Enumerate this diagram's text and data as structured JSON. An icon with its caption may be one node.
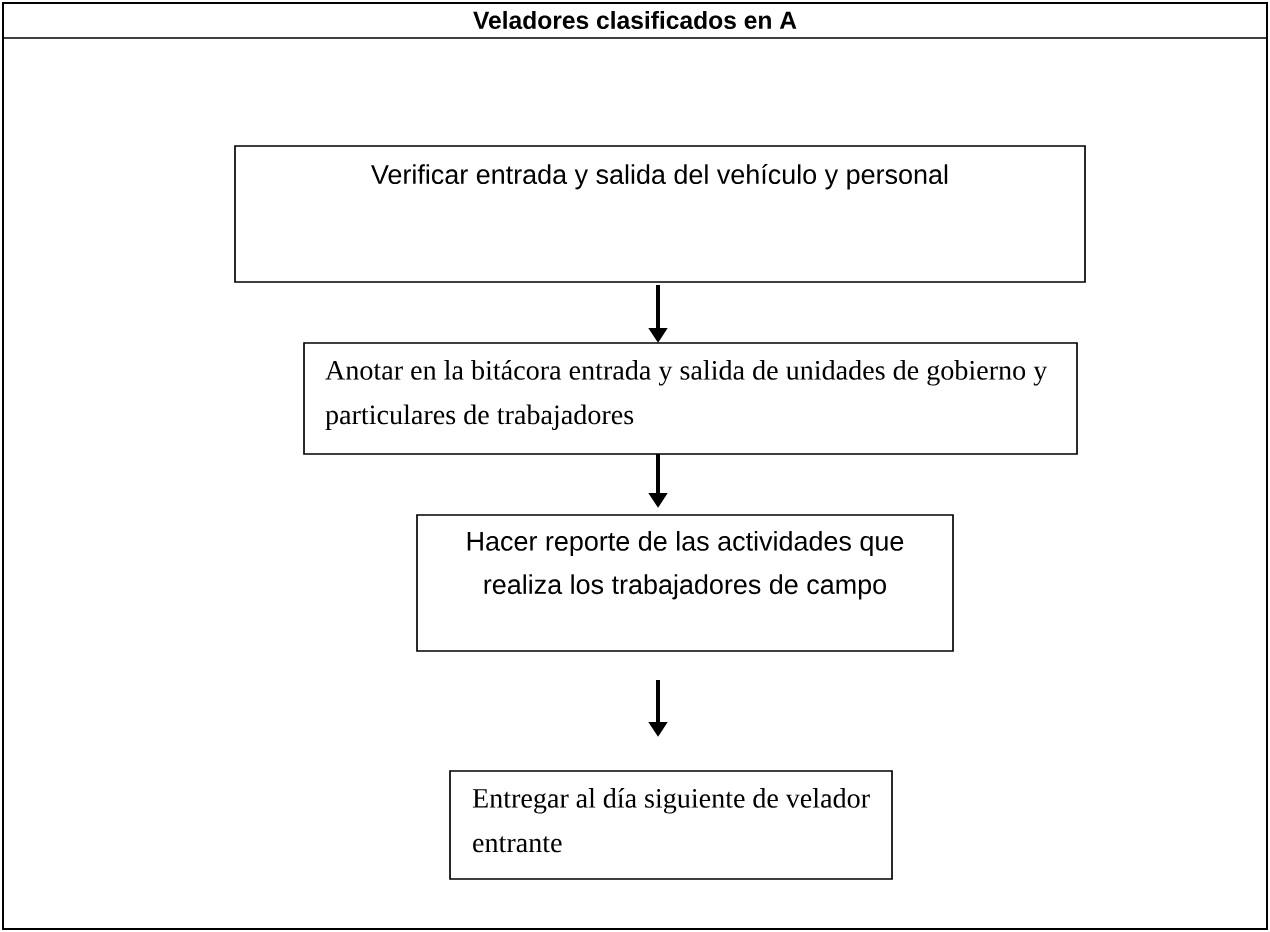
{
  "diagram": {
    "title": "Veladores clasificados en A",
    "nodes": [
      {
        "text": [
          "Verificar entrada y salida del vehículo y personal"
        ]
      },
      {
        "text": [
          "Anotar en la bitácora entrada y salida de unidades de gobierno y particulares de trabajadores"
        ]
      },
      {
        "text": [
          "Hacer reporte de las actividades que realiza los trabajadores de campo"
        ]
      },
      {
        "text": [
          "Entregar al día siguiente de velador entrante"
        ]
      }
    ],
    "edges": [
      {
        "from": 0,
        "to": 1,
        "arrow": "to"
      },
      {
        "from": 1,
        "to": 2,
        "arrow": "to"
      },
      {
        "from": 2,
        "to": 3,
        "arrow": "to"
      }
    ]
  }
}
